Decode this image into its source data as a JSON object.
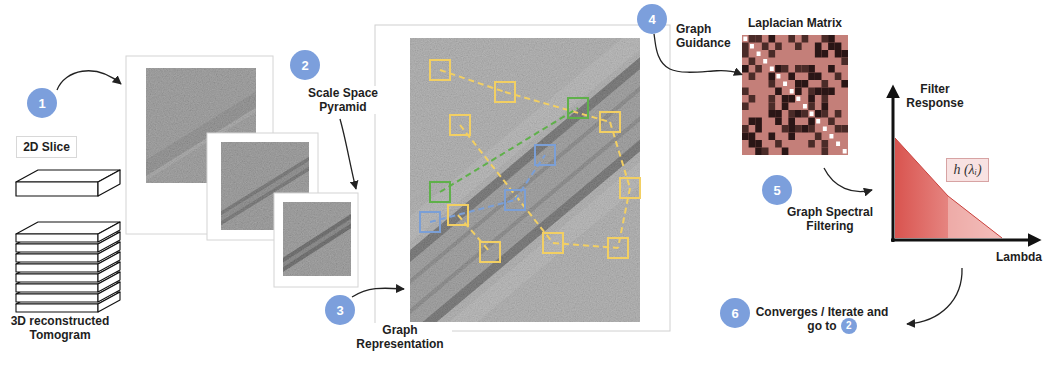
{
  "diagram": {
    "nodes": [
      {
        "text": [
          "1"
        ]
      },
      {
        "text": [
          "2D Slice"
        ]
      },
      {
        "text": [
          "2"
        ]
      },
      {
        "text": [
          "3"
        ]
      },
      {
        "text": [
          "4"
        ]
      },
      {
        "text": [
          "Laplacian Matrix"
        ]
      },
      {
        "text": [
          "5"
        ]
      },
      {
        "text": [
          "h (λᵢ)"
        ]
      },
      {
        "text": [
          "6"
        ]
      },
      {
        "text": [
          "2"
        ]
      }
    ],
    "edges": [
      {
        "from": 4,
        "to": 5,
        "arrow": "to"
      }
    ],
    "labels": [
      "3D reconstructed Tomogram",
      "Scale Space Pyramid",
      "Graph Representation",
      "Graph Guidance",
      "Graph Spectral Filtering",
      "Filter Response",
      "Lambda",
      "Converges / Iterate and go to"
    ]
  }
}
